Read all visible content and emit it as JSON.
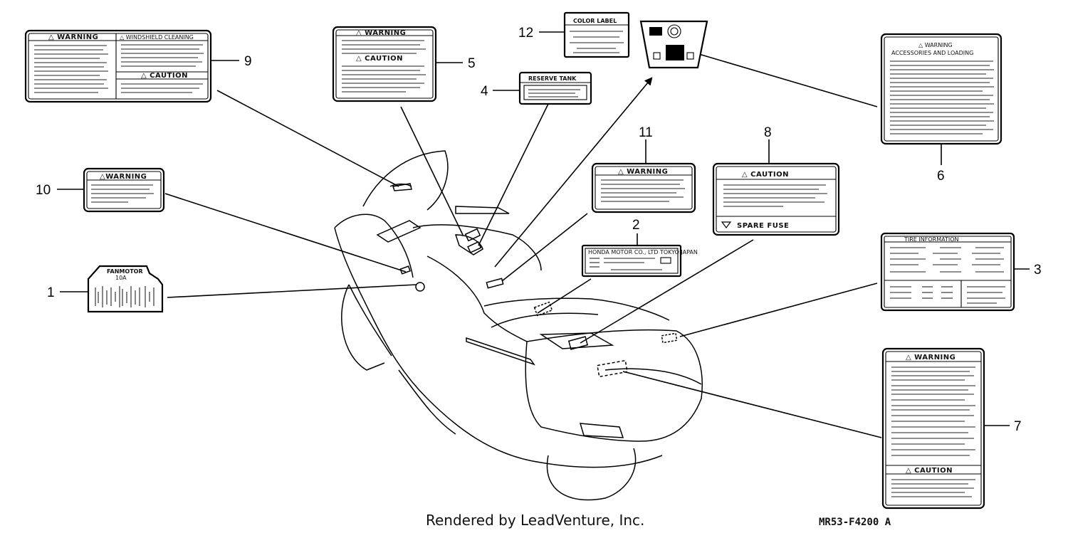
{
  "footer": {
    "credit": "Rendered by LeadVenture, Inc.",
    "diagram_code": "MR53-F4200 A"
  },
  "parts": [
    {
      "callout": "1",
      "label_text": "FANMOTOR",
      "label_sub": "10A"
    },
    {
      "callout": "2",
      "label_text": "HONDA MOTOR CO., LTD TOKYO JAPAN"
    },
    {
      "callout": "3",
      "label_text": "TIRE INFORMATION"
    },
    {
      "callout": "4",
      "label_text": "RESERVE TANK"
    },
    {
      "callout": "5",
      "label_text": "△ WARNING",
      "label_text2": "△ CAUTION"
    },
    {
      "callout": "6",
      "label_text": "△ WARNING",
      "label_sub": "ACCESSORIES AND LOADING"
    },
    {
      "callout": "7",
      "label_text": "△ WARNING",
      "label_text2": "△ CAUTION"
    },
    {
      "callout": "8",
      "label_text": "△ CAUTION",
      "label_text2": "SPARE FUSE"
    },
    {
      "callout": "9",
      "label_text": "△ WARNING",
      "label_text2": "△ WINDSHIELD CLEANING",
      "label_text3": "△ CAUTION"
    },
    {
      "callout": "10",
      "label_text": "△WARNING"
    },
    {
      "callout": "11",
      "label_text": "△ WARNING"
    },
    {
      "callout": "12",
      "label_text": "COLOR LABEL"
    }
  ]
}
